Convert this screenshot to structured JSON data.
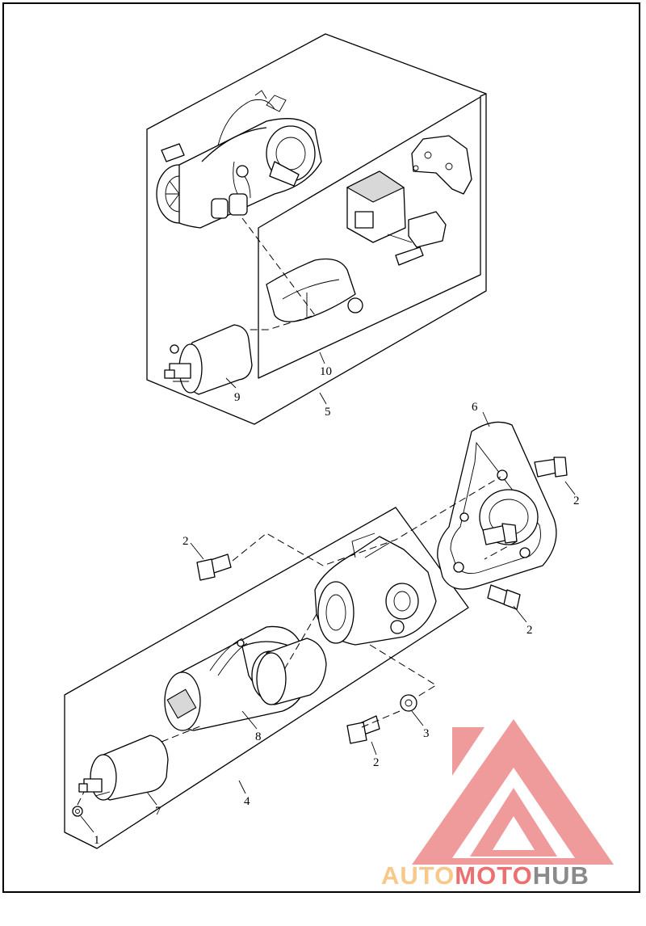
{
  "callouts": [
    {
      "id": "c1",
      "label": "1"
    },
    {
      "id": "c2a",
      "label": "2"
    },
    {
      "id": "c2b",
      "label": "2"
    },
    {
      "id": "c2c",
      "label": "2"
    },
    {
      "id": "c2d",
      "label": "2"
    },
    {
      "id": "c3",
      "label": "3"
    },
    {
      "id": "c4",
      "label": "4"
    },
    {
      "id": "c5",
      "label": "5"
    },
    {
      "id": "c6",
      "label": "6"
    },
    {
      "id": "c7",
      "label": "7"
    },
    {
      "id": "c8",
      "label": "8"
    },
    {
      "id": "c9",
      "label": "9"
    },
    {
      "id": "c10",
      "label": "10"
    }
  ],
  "watermark": {
    "part1": "AUTO",
    "part2": "MOTO",
    "part3": "HUB",
    "color_light": "#f6c98a",
    "color_red": "#ee6f6f",
    "color_gray": "#8a8a8a"
  }
}
